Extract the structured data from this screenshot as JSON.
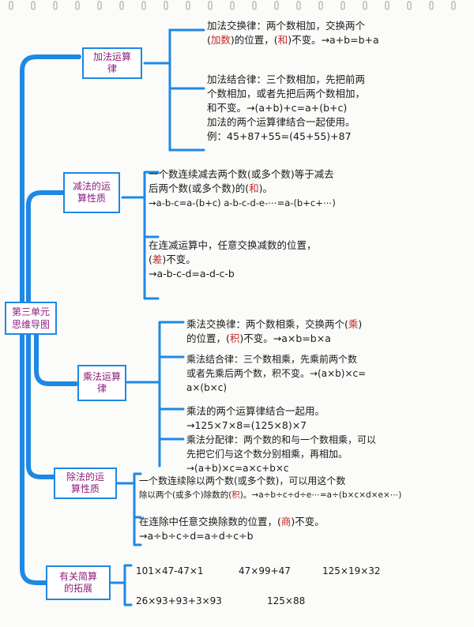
{
  "root": {
    "label": "第三单元思维导图"
  },
  "branches": [
    {
      "label": "加法运算律",
      "items": [
        {
          "pre": "加法交换律：两个数相加，交换两个",
          "mid_pre": "(",
          "hl1": "加数",
          "mid": ")的位置，(",
          "hl2": "和",
          "post": ")不变。→a+b=b+a"
        },
        {
          "text1": "加法结合律：三个数相加，先把前两",
          "text2": "个数相加，或者先把后两个数相加，",
          "text3": "和不变。→(a+b)+c=a+(b+c)",
          "text4": "加法的两个运算律结合一起使用。",
          "text5": "例：45+87+55=(45+55)+87"
        }
      ]
    },
    {
      "label": "减法的运算性质",
      "items": [
        {
          "text1": "一个数连续减去两个数(或多个数)等于减去",
          "text2_pre": "后两个数(或多个数)的(",
          "hl": "和",
          "text2_post": ")。",
          "text3": "→a-b-c=a-(b+c)  a-b-c-d-e-⋯=a-(b+c+⋯)"
        },
        {
          "text1": "在连减运算中，任意交换减数的位置，",
          "pre": "(",
          "hl": "差",
          "post": ")不变。",
          "text3": "→a-b-c-d=a-d-c-b"
        }
      ]
    },
    {
      "label": "乘法运算律",
      "items": [
        {
          "text1": "乘法交换律：两个数相乘，交换两个(",
          "hl1": "乘",
          "text1_post": ")",
          "text2_pre": "的位置，(",
          "hl2": "积",
          "text2_post": ")不变。→a×b=b×a"
        },
        {
          "text1": "乘法结合律：三个数相乘，先乘前两个数",
          "text2": "或者先乘后两个数，积不变。→(a×b)×c=",
          "text3": "a×(b×c)"
        },
        {
          "text1": "乘法的两个运算律结合一起用。",
          "text2": "→125×7×8=(125×8)×7"
        },
        {
          "text1": "乘法分配律：两个数的和与一个数相乘，可以",
          "text2": "先把它们与这个数分别相乘，再相加。",
          "text3": "→(a+b)×c=a×c+b×c"
        }
      ]
    },
    {
      "label": "除法的运算性质",
      "items": [
        {
          "text1": "一个数连续除以两个数(或多个数)，可以用这个数",
          "text2_pre": "除以两个(或多个)除数的(",
          "hl": "积",
          "text2_post": ")。→a÷b÷c÷d÷e⋯=a÷(b×c×d×e×⋯)"
        },
        {
          "text1_pre": "在连除中任意交换除数的位置，(",
          "hl": "商",
          "text1_post": ")不变。",
          "text2": "→a÷b÷c÷d=a÷d÷c÷b"
        }
      ]
    },
    {
      "label": "有关简算的拓展",
      "items": [
        {
          "f1": "101×47-47×1",
          "f2": "47×99+47",
          "f3": "125×19×32"
        },
        {
          "f1": "26×93+93+3×93",
          "f2": "125×88"
        }
      ]
    }
  ],
  "colors": {
    "branch": "#1e88e5",
    "label": "#8e1c7e",
    "highlight": "#c62828"
  }
}
